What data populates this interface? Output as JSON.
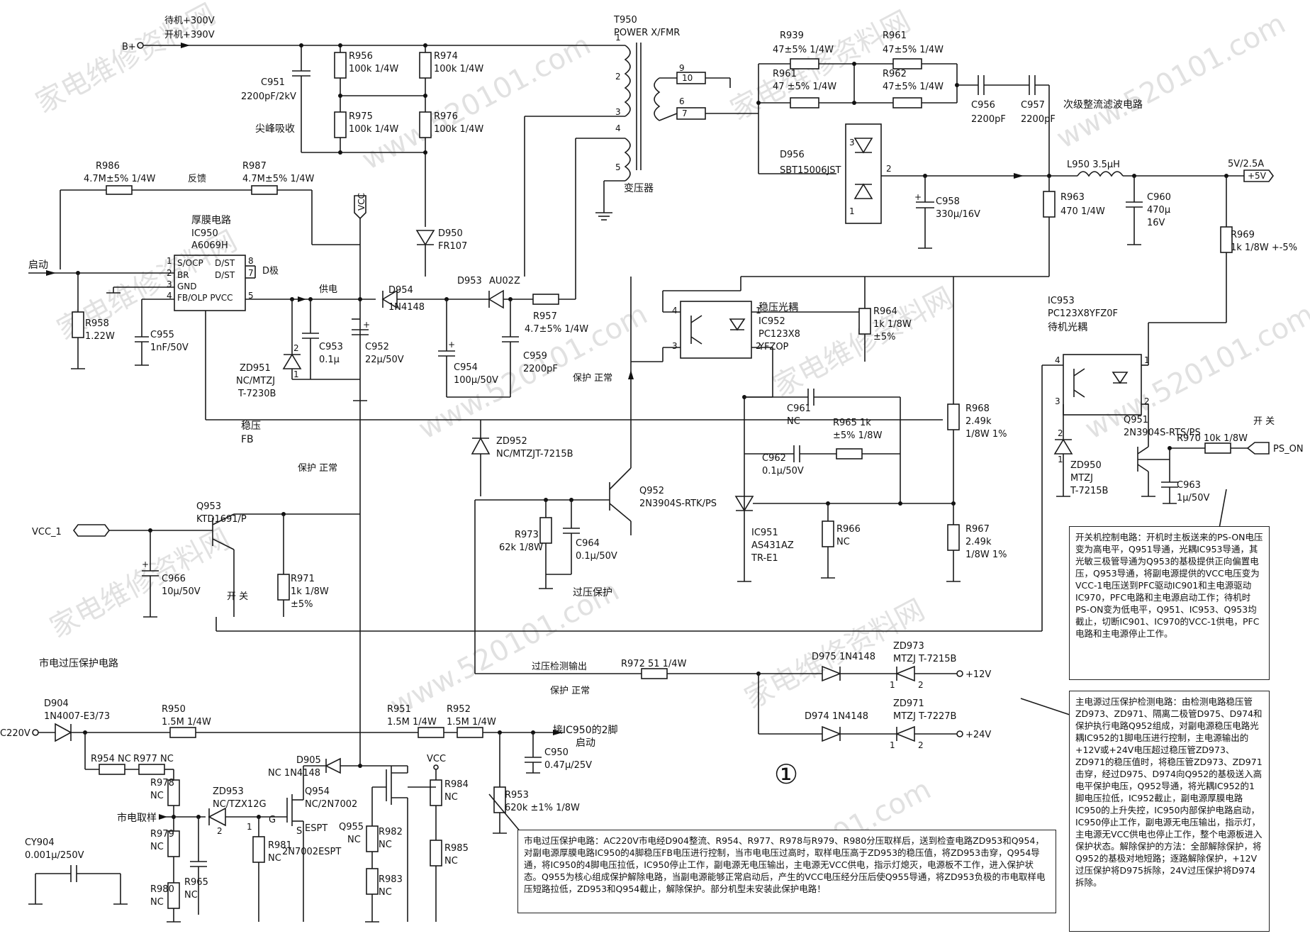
{
  "labels": {
    "standby_300": "待机+300V",
    "on_390": "开机+390V",
    "bplus": "B+",
    "t950": "T950",
    "t950_sub": "POWER X/FMR",
    "transformer": "变压器",
    "r956": "R956",
    "r956_v": "100k 1/4W",
    "r974": "R974",
    "r974_v": "100k 1/4W",
    "r975": "R975",
    "r975_v": "100k 1/4W",
    "r976": "R976",
    "r976_v": "100k 1/4W",
    "c951": "C951",
    "c951_v": "2200pF/2kV",
    "spike": "尖峰吸收",
    "r986": "R986",
    "r986_v": "4.7M±5% 1/4W",
    "r987": "R987",
    "r987_v": "4.7M±5% 1/4W",
    "feedback": "反馈",
    "thick_film": "厚膜电路",
    "ic950": "IC950",
    "ic950_v": "A6069H",
    "pin_socp": "S/OCP",
    "pin_br": "BR",
    "pin_gnd": "GND",
    "pin_fb": "FB/OLP PVCC",
    "pin_dst1": "D/ST",
    "pin_dst2": "D/ST",
    "d_pole": "D极",
    "start": "启动",
    "vcc": "VCC",
    "d950": "D950",
    "d950_v": "FR107",
    "d954": "D954",
    "d954_v": "1N4148",
    "d953": "D953",
    "d953_v": "AU02Z",
    "supply": "供电",
    "r957": "R957",
    "r957_v": "4.7±5% 1/4W",
    "r958": "R958",
    "r958_v": "1.22W",
    "c955": "C955",
    "c955_v": "1nF/50V",
    "zd951": "ZD951",
    "zd951_v": "NC/MTZJ",
    "zd951_v2": "T-7230B",
    "c953": "C953",
    "c953_v": "0.1μ",
    "c952": "C952",
    "c952_v": "22μ/50V",
    "c954": "C954",
    "c954_v": "100μ/50V",
    "c959": "C959",
    "c959_v": "2200pF",
    "protect_normal": "保护 正常",
    "regulate": "稳压",
    "fb": "FB",
    "zd952": "ZD952",
    "zd952_v": "NC/MTZJT-7215B",
    "q953": "Q953",
    "q953_v": "KTD1691/P",
    "vcc1": "VCC_1",
    "c966": "C966",
    "c966_v": "10μ/50V",
    "switch": "开 关",
    "r971": "R971",
    "r971_v": "1k 1/8W",
    "r971_v2": "±5%",
    "q952": "Q952",
    "q952_v": "2N3904S-RTK/PS",
    "r973": "R973",
    "r973_v": "62k 1/8W",
    "c964": "C964",
    "c964_v": "0.1μ/50V",
    "overvolt_protect": "过压保护",
    "r939": "R939",
    "r939_v": "47±5% 1/4W",
    "r961a": "R961",
    "r961a_v": "47±5% 1/4W",
    "r961b": "R961",
    "r961b_v": "47 ±5% 1/4W",
    "r962": "R962",
    "r962_v": "47±5% 1/4W",
    "c956": "C956",
    "c956_v": "2200pF",
    "c957": "C957",
    "c957_v": "2200pF",
    "secondary": "次级整流滤波电路",
    "d956": "D956",
    "d956_v": "SBT15006JST",
    "c958": "C958",
    "c958_v": "330μ/16V",
    "l950": "L950 3.5μH",
    "out_5v": "5V/2.5A",
    "out_5v_tag": "+5V",
    "r963": "R963",
    "r963_v": "470 1/4W",
    "c960": "C960",
    "c960_v": "470μ",
    "c960_v2": "16V",
    "r969": "R969",
    "r969_v": "1k 1/8W +-5%",
    "opto_reg": "稳压光耦",
    "ic952": "IC952",
    "ic952_v": "PC123X8",
    "ic952_v2": "YFZOP",
    "r964": "R964",
    "r964_v": "1k 1/8W",
    "r964_v2": "±5%",
    "ic953": "IC953",
    "ic953_v": "PC123X8YFZ0F",
    "standby_opto": "待机光耦",
    "c961": "C961",
    "c961_v": "NC",
    "r965": "R965 1k",
    "r965_v": "±5% 1/8W",
    "c962": "C962",
    "c962_v": "0.1μ/50V",
    "r968": "R968",
    "r968_v": "2.49k",
    "r968_v2": "1/8W 1%",
    "ic951": "IC951",
    "ic951_v": "AS431AZ",
    "ic951_v2": "TR-E1",
    "r966": "R966",
    "r966_v": "NC",
    "r967": "R967",
    "r967_v": "2.49k",
    "r967_v2": "1/8W 1%",
    "q951": "Q951",
    "q951_v": "2N3904S-RTS/PS",
    "switch2": "开 关",
    "r970": "R970 10k 1/8W",
    "ps_on": "PS_ON",
    "zd950": "ZD950",
    "zd950_v": "MTZJ",
    "zd950_v2": "T-7215B",
    "c963": "C963",
    "c963_v": "1μ/50V",
    "mains_ovp_title": "市电过压保护电路",
    "ovp_out": "过压检测输出",
    "r972": "R972 51 1/4W",
    "protect_normal2": "保护 正常",
    "d975": "D975 1N4148",
    "zd973": "ZD973",
    "zd973_v": "MTZJ T-7215B",
    "plus12": "+12V",
    "zd971": "ZD971",
    "zd971_v": "MTZJ T-7227B",
    "d974": "D974 1N4148",
    "plus24": "+24V",
    "d904": "D904",
    "d904_v": "1N4007-E3/73",
    "ac220": "C220V",
    "r950": "R950",
    "r950_v": "1.5M 1/4W",
    "r951": "R951",
    "r951_v": "1.5M 1/4W",
    "r952": "R952",
    "r952_v": "1.5M 1/4W",
    "to_ic950": "接IC950的2脚",
    "start2": "启动",
    "c950": "C950",
    "c950_v": "0.47μ/25V",
    "r954": "R954 NC",
    "r977": "R977 NC",
    "r978": "R978",
    "r978_v": "NC",
    "d905": "D905",
    "d905_v": "NC 1N4148",
    "zd953": "ZD953",
    "zd953_v": "NC/TZX12G",
    "q954": "Q954",
    "q954_v": "NC/2N7002",
    "q954_v2": "ESPT",
    "mains_sample": "市电取样",
    "r979": "R979",
    "r979_v": "NC",
    "r965b": "R965",
    "r965b_v": "NC",
    "r981": "R981",
    "r981_v": "NC",
    "q955": "Q955",
    "q955_v": "NC",
    "q955_part": "2N7002ESPT",
    "r980": "R980",
    "r980_v": "NC",
    "r982": "R982",
    "r982_v": "NC",
    "r983": "R983",
    "r983_v": "NC",
    "r984": "R984",
    "r984_v": "NC",
    "r985": "R985",
    "r985_v": "NC",
    "vcc_b": "VCC",
    "r953": "R953",
    "r953_v": "620k ±1% 1/8W",
    "cy904": "CY904",
    "cy904_v": "0.001μ/250V",
    "circle_no": "①",
    "pin_g": "G",
    "pin_s": "S",
    "watermark": "家电维修资料网",
    "watermark2": "www.520101.com"
  },
  "notes": {
    "switch_ctrl": "开关机控制电路：开机时主板送来的PS-ON电压变为高电平，Q951导通，光耦IC953导通，其光敏三极管导通为Q953的基极提供正向偏置电压，Q953导通，将副电源提供的VCC电压变为VCC-1电压送到PFC驱动IC901和主电源驱动IC970，PFC电路和主电源启动工作；待机时PS-ON变为低电平，Q951、IC953、Q953均截止，切断IC901、IC970的VCC-1供电，PFC电路和主电源停止工作。",
    "main_ovp": "主电源过压保护检测电路：由检测电路稳压管ZD973、ZD971、隔离二极管D975、D974和保护执行电路Q952组成，对副电源稳压电路光耦IC952的1脚电压进行控制，主电源输出的+12V或+24V电压超过稳压管ZD973、ZD971的稳压值时，将稳压管ZD973、ZD971击穿，经过D975、D974向Q952的基极送入高电平保护电压，Q952导通，将光耦IC952的1脚电压拉低，IC952截止，副电源厚膜电路IC950的上升失控，IC950内部保护电路启动，IC950停止工作，副电源无电压输出，指示灯，主电源无VCC供电也停止工作，整个电源板进入保护状态。解除保护的方法：全部解除保护，将Q952的基极对地短路；逐路解除保护，+12V过压保护将D975拆除，24V过压保护将D974拆除。",
    "mains_ovp": "市电过压保护电路：AC220V市电经D904整流、R954、R977、R978与R979、R980分压取样后，送到检查电路ZD953和Q954，对副电源厚膜电路IC950的4脚稳压FB电压进行控制，当市电电压过高时，取样电压高于ZD953的稳压值，将ZD953击穿，Q954导通，将IC950的4脚电压拉低，IC950停止工作，副电源无电压输出，主电源无VCC供电，指示灯熄灭，电源板不工作，进入保护状态。Q955为核心组成保护解除电路，当副电源能够正常启动后，产生的VCC电压经分压后使Q955导通，将ZD953负极的市电取样电压短路拉低，ZD953和Q954截止，解除保护。部分机型未安装此保护电路！"
  }
}
